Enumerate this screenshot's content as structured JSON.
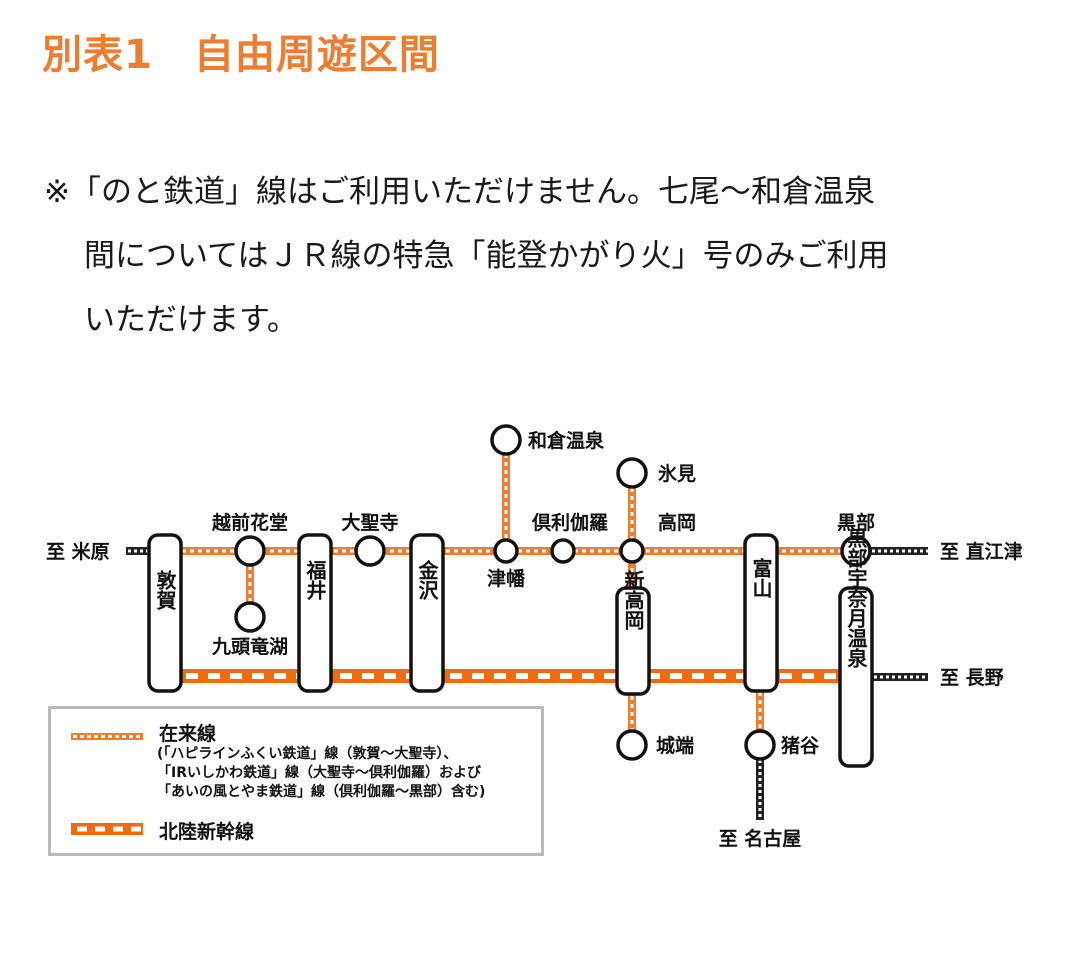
{
  "title": "別表1　自由周遊区間",
  "note": {
    "lines": [
      "※「のと鉄道」線はご利用いただけません。七尾～和倉温泉",
      "間についてはＪＲ線の特急「能登かがり火」号のみご利用",
      "いただけます。"
    ]
  },
  "colors": {
    "accent": "#ef7d2f",
    "conventional_line": "#ef7d2f",
    "shinkansen_line": "#f26a10",
    "outside_line": "#222222"
  },
  "stations": {
    "tsuruga": "敦賀",
    "fukui": "福井",
    "kanazawa": "金沢",
    "shin_takaoka": "新高岡",
    "toyama": "富山",
    "kurobe_unazuki": "黒部宇奈月温泉",
    "echizen_hanando": "越前花堂",
    "kuzuryuko": "九頭竜湖",
    "daishoji": "大聖寺",
    "tsubata": "津幡",
    "wakura_onsen": "和倉温泉",
    "kurikara": "倶利伽羅",
    "himi": "氷見",
    "takaoka": "高岡",
    "kurobe": "黒部",
    "johana": "城端",
    "inotani": "猪谷"
  },
  "directions": {
    "maibara": "至 米原",
    "naoetsu": "至 直江津",
    "nagano": "至 長野",
    "nagoya": "至 名古屋"
  },
  "legend": {
    "conventional": {
      "title": "在来線",
      "sub": [
        "(「ハピラインふくい鉄道」線（敦賀～大聖寺）、",
        "「IRいしかわ鉄道」線（大聖寺～倶利伽羅）および",
        "「あいの風とやま鉄道」線（倶利伽羅～黒部）含む)"
      ]
    },
    "shinkansen": {
      "title": "北陸新幹線"
    }
  }
}
